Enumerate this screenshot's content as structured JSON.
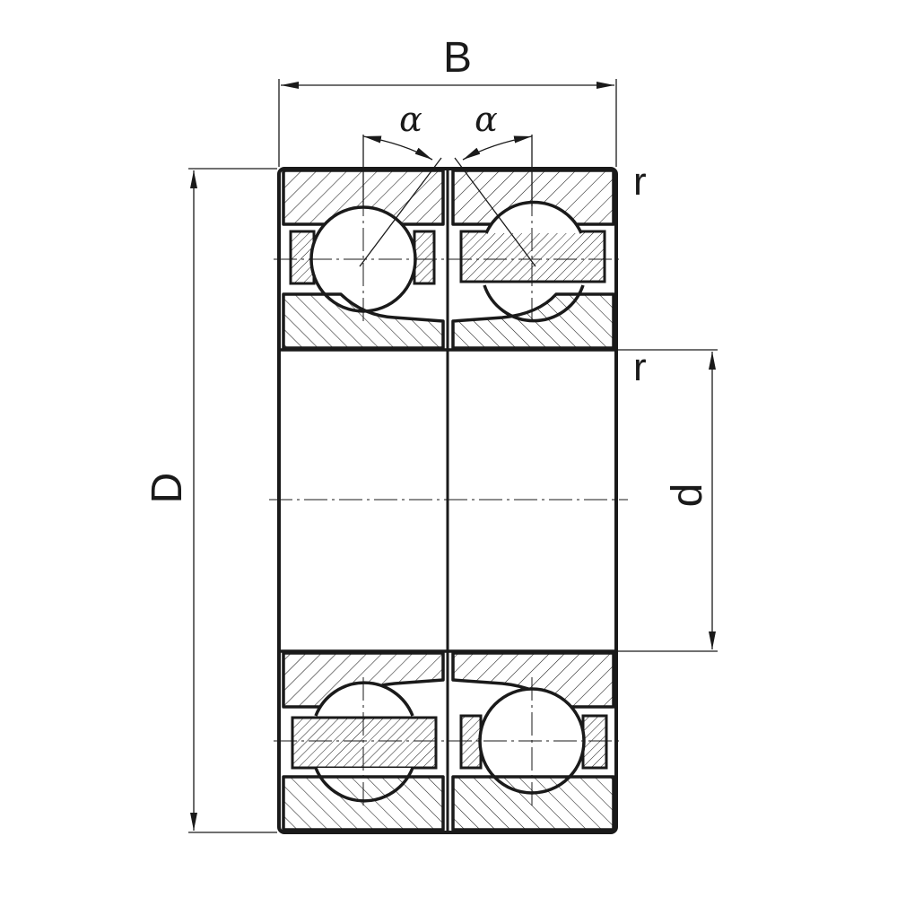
{
  "labels": {
    "width": "B",
    "outer_diameter": "D",
    "bore_diameter": "d",
    "chamfer_top": "r",
    "chamfer_bore": "r",
    "contact_angle_left": "α",
    "contact_angle_right": "α"
  },
  "colors": {
    "line": "#1a1a1a",
    "background": "#ffffff"
  }
}
